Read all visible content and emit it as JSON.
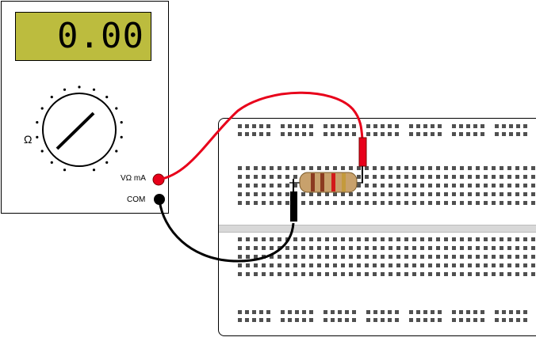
{
  "multimeter": {
    "display_value": "0.00",
    "dial_symbol": "Ω",
    "jack_vohm_label": "VΩ mA",
    "jack_com_label": "COM",
    "lcd_color": "#bcbc3e",
    "red_lead_color": "#e8001a",
    "black_lead_color": "#000000"
  },
  "resistor": {
    "body_color": "#c8a16c",
    "bands": [
      "#8b3a20",
      "#8b3a20",
      "#d21a1a",
      "#c49a3c"
    ]
  },
  "breadboard": {
    "hole_color": "#505050"
  }
}
